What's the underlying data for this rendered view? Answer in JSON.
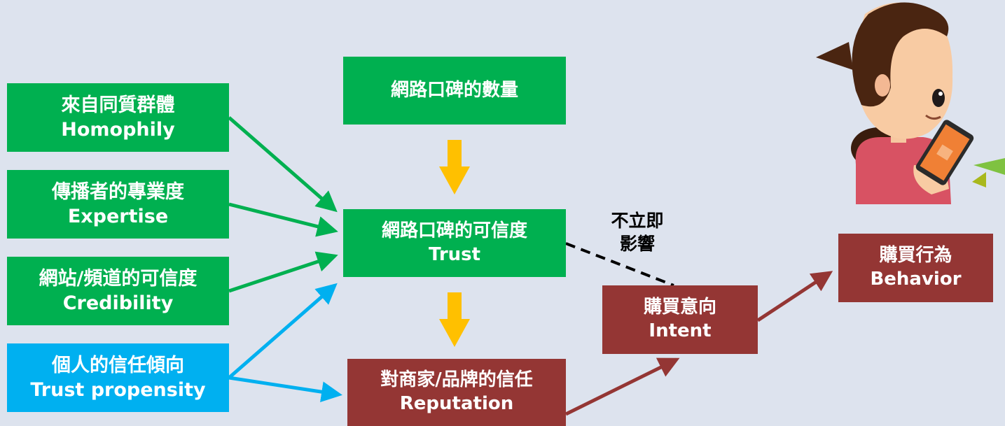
{
  "nodes": {
    "homophily": {
      "zh": "來自同質群體",
      "en": "Homophily"
    },
    "expertise": {
      "zh": "傳播者的專業度",
      "en": "Expertise"
    },
    "credibility": {
      "zh": "網站/頻道的可信度",
      "en": "Credibility"
    },
    "propensity": {
      "zh": "個人的信任傾向",
      "en": "Trust propensity"
    },
    "volume": {
      "zh": "網路口碑的數量"
    },
    "trust": {
      "zh": "網路口碑的可信度",
      "en": "Trust"
    },
    "reputation": {
      "zh": "對商家/品牌的信任",
      "en": "Reputation"
    },
    "intent": {
      "zh": "購買意向",
      "en": "Intent"
    },
    "behavior": {
      "zh": "購買行為",
      "en": "Behavior"
    }
  },
  "dashed_label": {
    "line1": "不立即",
    "line2": "影響"
  },
  "colors": {
    "factor_green": "#00b050",
    "propensity_blue": "#00b0f0",
    "outcome_red": "#943634",
    "flow_yellow": "#ffc000",
    "background": "#dde3ee"
  },
  "illustration": {
    "icon": "girl-with-smartphone"
  }
}
